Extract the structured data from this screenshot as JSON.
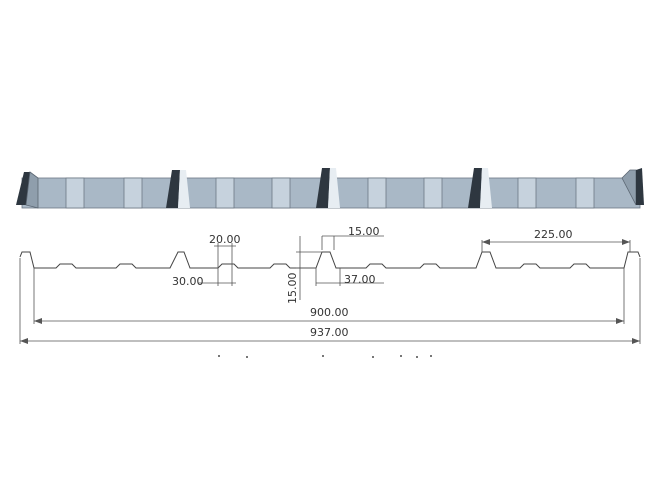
{
  "dimensions": {
    "rib_top_width": "20.00",
    "rib_top_width_2": "15.00",
    "rib_bottom_offset": "30.00",
    "rib_height": "15.00",
    "rib_base": "37.00",
    "pitch": "225.00",
    "effective_width": "900.00",
    "total_width": "937.00"
  },
  "colors": {
    "panel_face": "#a9b8c6",
    "panel_rib": "#c6d2dd",
    "panel_shadow": "#2e3740",
    "line": "#555555"
  }
}
